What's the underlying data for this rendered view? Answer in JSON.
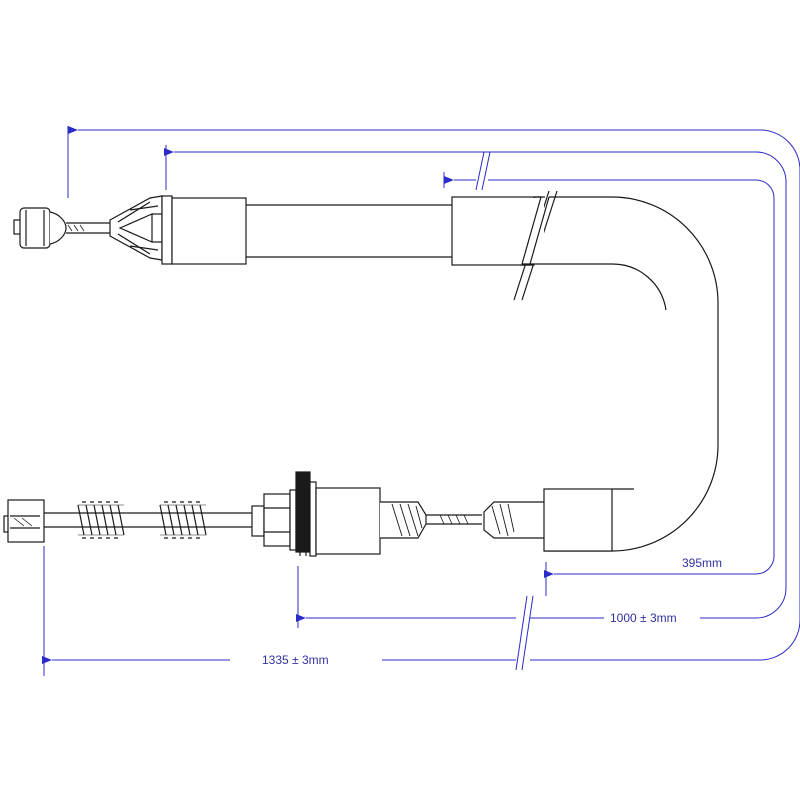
{
  "dimensions": {
    "short_length": "395mm",
    "mid_length": "1000 ± 3mm",
    "total_length": "1335 ± 3mm"
  },
  "colors": {
    "outline": "#1a1a1a",
    "dimension": "#2b2bc8",
    "dimension_text": "#3030a0",
    "background": "#ffffff"
  }
}
